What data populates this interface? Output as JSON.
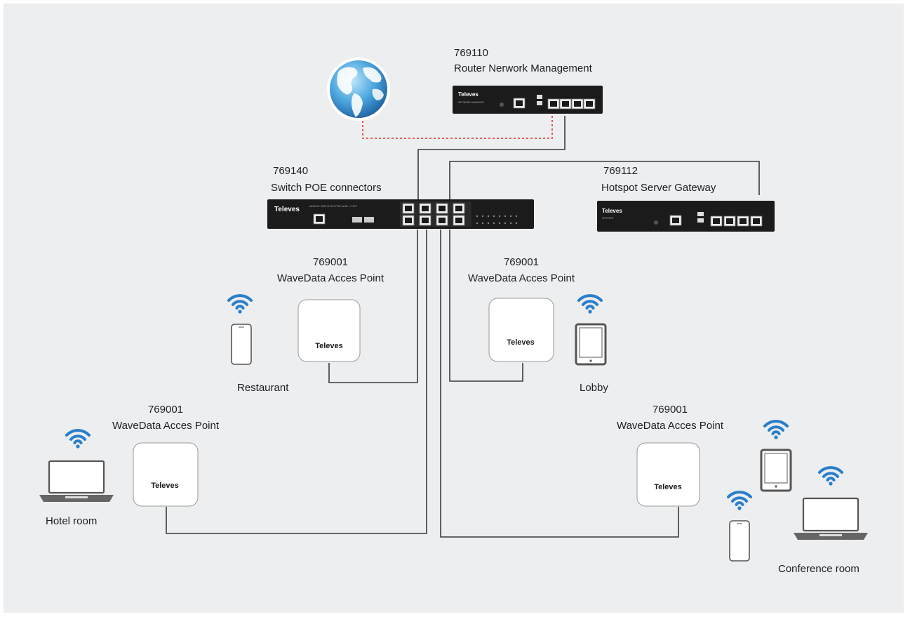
{
  "brand": "Televes",
  "colors": {
    "background": "#eceef0",
    "wire": "#3a3a3a",
    "wan_link": "#e0312f",
    "wifi": "#2a7ec9",
    "device_body": "#1b1b1b"
  },
  "router": {
    "code": "769110",
    "name": "Router Nerwork Management",
    "panel_text": "NETWORK MANAGER"
  },
  "switch": {
    "code": "769140",
    "name": "Switch POE connectors",
    "panel_text": "LAN6XXX SWITCH 8Tx POE 8xGB + 2 SFP"
  },
  "gateway": {
    "code": "769112",
    "name": "Hotspot Server Gateway",
    "panel_text": "HOTSPOT"
  },
  "access_points": [
    {
      "code": "769001",
      "name": "WaveData Acces Point",
      "room": "Restaurant"
    },
    {
      "code": "769001",
      "name": "WaveData Acces Point",
      "room": "Lobby"
    },
    {
      "code": "769001",
      "name": "WaveData Acces Point",
      "room": "Hotel room"
    },
    {
      "code": "769001",
      "name": "WaveData Acces Point",
      "room": "Conference room"
    }
  ],
  "icons": {
    "internet": "globe-icon",
    "wifi": "wifi-icon",
    "phone": "smartphone-icon",
    "tablet": "tablet-icon",
    "laptop": "laptop-icon"
  }
}
